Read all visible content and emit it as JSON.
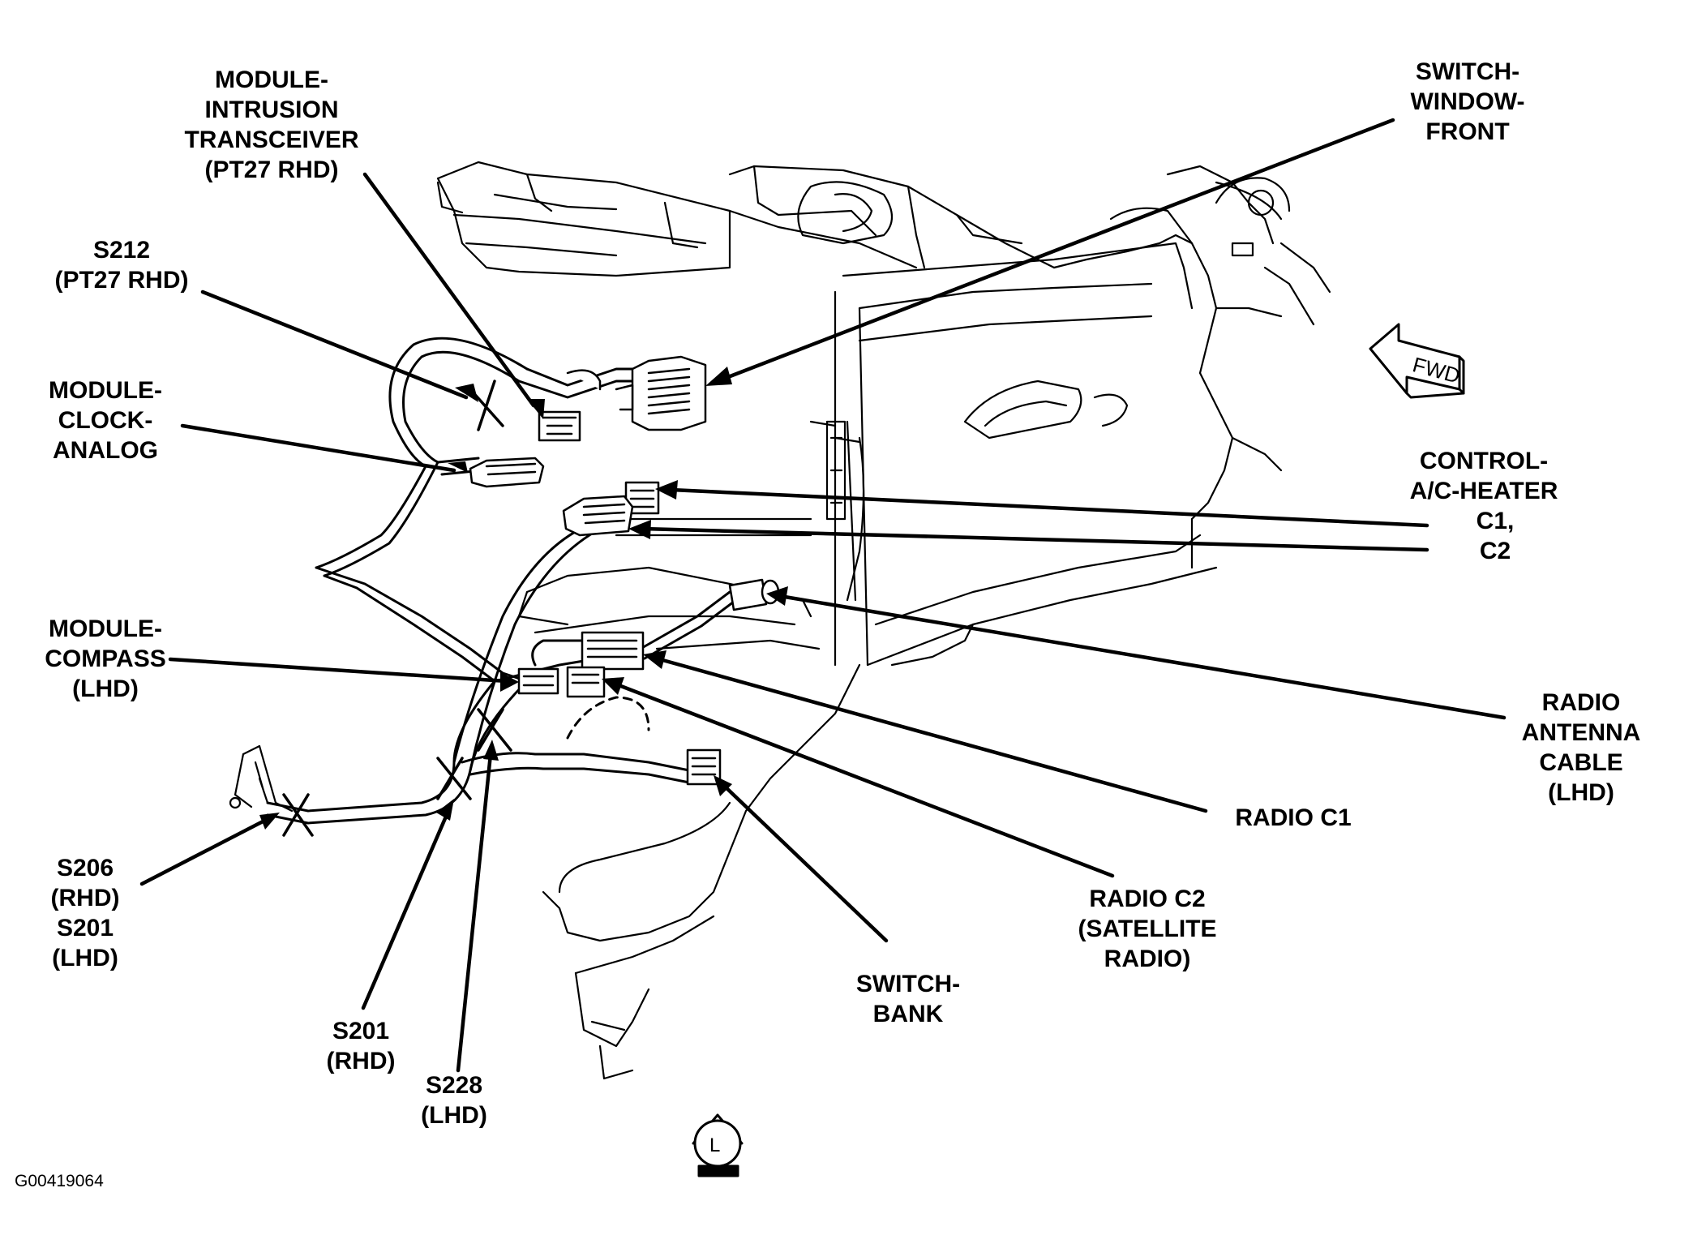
{
  "labels": {
    "module_intrusion": [
      "MODULE-",
      "INTRUSION",
      "TRANSCEIVER",
      "(PT27 RHD)"
    ],
    "s212": [
      "S212",
      "(PT27 RHD)"
    ],
    "module_clock": [
      "MODULE-",
      "CLOCK-",
      "ANALOG"
    ],
    "module_compass": [
      "MODULE-",
      "COMPASS",
      "(LHD)"
    ],
    "s206_s201": [
      "S206",
      "(RHD)",
      "S201",
      "(LHD)"
    ],
    "s201_rhd": [
      "S201",
      "(RHD)"
    ],
    "s228": [
      "S228",
      "(LHD)"
    ],
    "switch_bank": [
      "SWITCH-",
      "BANK"
    ],
    "radio_c2": [
      "RADIO C2",
      "(SATELLITE",
      "RADIO)"
    ],
    "radio_c1": [
      "RADIO C1"
    ],
    "radio_antenna": [
      "RADIO",
      "ANTENNA",
      "CABLE",
      "(LHD)"
    ],
    "control_ac": [
      "CONTROL-",
      "A/C-HEATER",
      "C1,",
      "C2"
    ],
    "switch_window": [
      "SWITCH-",
      "WINDOW-",
      "FRONT"
    ]
  },
  "fwd_text": "FWD",
  "l_symbol_text": "L",
  "figure_code": "G00419064",
  "colors": {
    "ink": "#000000",
    "background": "#ffffff"
  }
}
